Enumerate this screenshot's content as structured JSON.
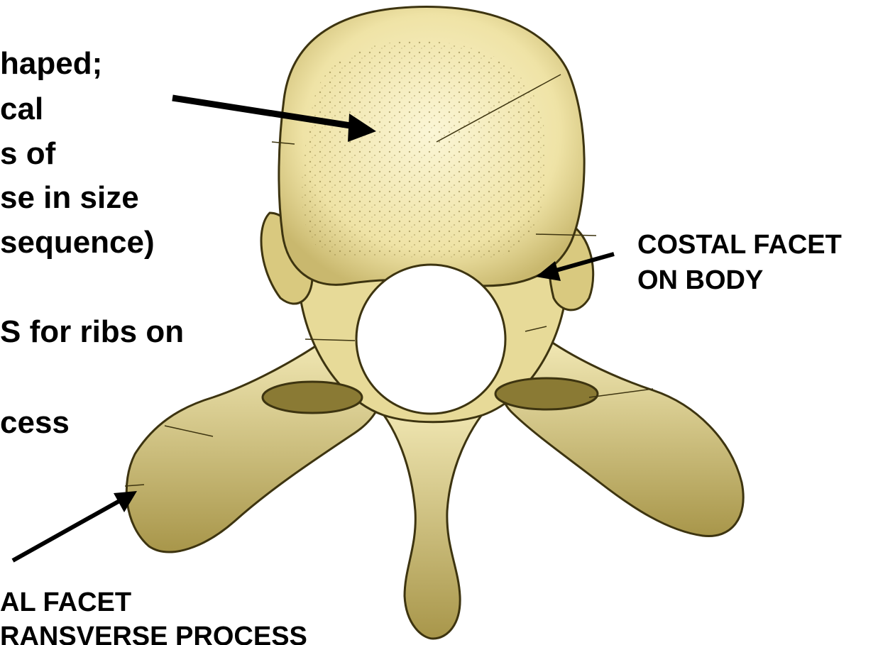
{
  "left_text_lines": [
    "haped;",
    "cal",
    "s of",
    "se in size",
    "sequence)",
    "S for ribs on",
    "cess"
  ],
  "labels": {
    "costal_facet_body": [
      "COSTAL FACET",
      "ON BODY"
    ],
    "costal_facet_transverse": [
      "AL FACET",
      "RANSVERSE PROCESS"
    ]
  },
  "colors": {
    "bone_fill": "#f0e6a8",
    "bone_light": "#f8f1c8",
    "bone_shadow": "#6e5f22",
    "outline": "#3d3410",
    "arrow": "#000000",
    "text": "#000000"
  },
  "icons": {
    "arrow": "arrow-icon"
  }
}
